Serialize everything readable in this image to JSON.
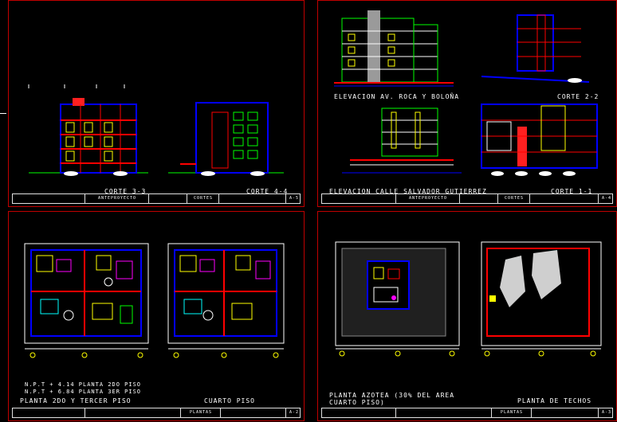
{
  "sheets": [
    {
      "id": "A",
      "labels": {
        "view1": "CORTE 3-3",
        "view2": "CORTE 4-4"
      },
      "titleblock": {
        "project": "ANTEPROYECTO",
        "type": "CORTES",
        "number": "A-5"
      }
    },
    {
      "id": "B",
      "labels": {
        "view1": "ELEVACION AV. ROCA Y BOLOÑA",
        "view2": "CORTE 2-2",
        "view3": "ELEVACION CALLE SALVADOR GUTIERREZ",
        "view4": "CORTE 1-1"
      },
      "titleblock": {
        "project": "ANTEPROYECTO",
        "type": "CORTES",
        "number": "A-4"
      }
    },
    {
      "id": "C",
      "labels": {
        "nfp1": "N.P.T + 4.14 PLANTA 2DO PISO",
        "nfp2": "N.P.T + 6.84 PLANTA 3ER PISO",
        "view1": "PLANTA 2DO Y TERCER PISO",
        "view2": "CUARTO PISO"
      },
      "titleblock": {
        "type": "PLANTAS",
        "number": "A-2"
      }
    },
    {
      "id": "D",
      "labels": {
        "view1a": "PLANTA AZOTEA  (30% DEL AREA",
        "view1b": "CUARTO PISO)",
        "view2": "PLANTA DE TECHOS"
      },
      "titleblock": {
        "type": "PLANTAS",
        "number": "A-3"
      }
    }
  ],
  "colors": {
    "border": "#c00000",
    "wall": "#0000ff",
    "slab": "#ff0000",
    "accent": "#ffff00",
    "green": "#00ff00",
    "white": "#ffffff"
  }
}
